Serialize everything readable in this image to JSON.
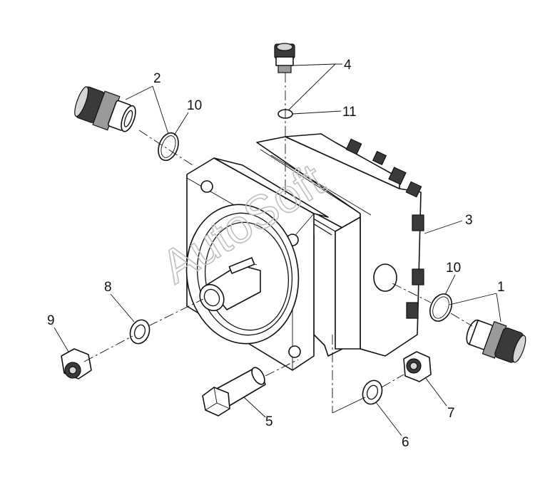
{
  "watermark": "AutoSoft",
  "callouts": {
    "c1": "1",
    "c2": "2",
    "c3": "3",
    "c4": "4",
    "c5": "5",
    "c6": "6",
    "c7": "7",
    "c8": "8",
    "c9": "9",
    "c10a": "10",
    "c10b": "10",
    "c11": "11"
  }
}
